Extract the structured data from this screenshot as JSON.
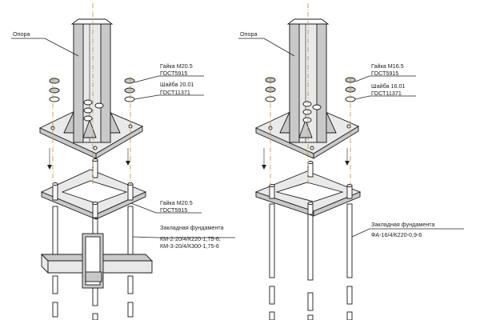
{
  "left": {
    "opora_label": "Опора",
    "nut_top": "Гайка М20.5",
    "nut_top_std": "ГОСТ5915",
    "washer": "Шайба 20.01",
    "washer_std": "ГОСТ11371",
    "nut_bottom": "Гайка М20.5",
    "nut_bottom_std": "ГОСТ5915",
    "embed_label": "Закладная  фундамента",
    "embed_model_1": "КМ-2-20/4/К220-1,75-6;",
    "embed_model_2": "КМ-3-20/4/К300-1,75-6"
  },
  "right": {
    "opora_label": "Опора",
    "nut_top": "Гайка М16.5",
    "nut_top_std": "ГОСТ5915",
    "washer": "Шайба 16.01",
    "washer_std": "ГОСТ11371",
    "embed_label": "Закладная  фундамента",
    "embed_model_1": "ФА-16/4/К220-0,9-6"
  }
}
